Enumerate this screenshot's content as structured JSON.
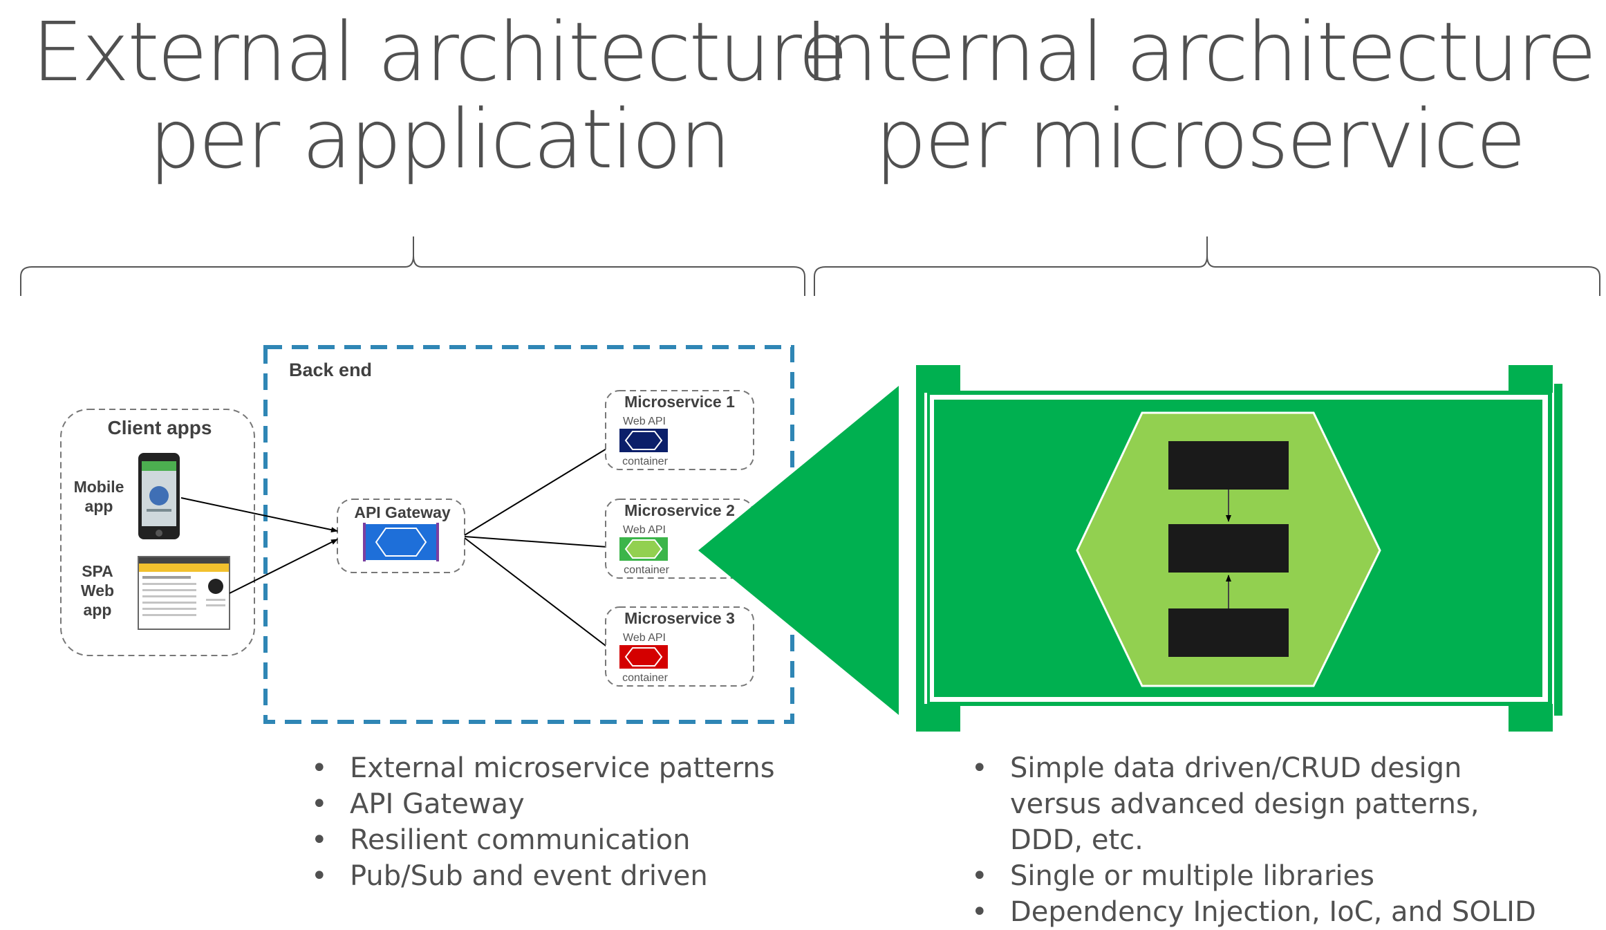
{
  "headings": {
    "external": {
      "line1": "External architecture",
      "line2": "per application"
    },
    "internal": {
      "line1": "Internal architecture",
      "line2": "per microservice"
    }
  },
  "diagram": {
    "backend_label": "Back end",
    "client_apps": {
      "title": "Client apps",
      "mobile": {
        "line1": "Mobile",
        "line2": "app"
      },
      "spa": {
        "line1": "SPA",
        "line2": "Web",
        "line3": "app"
      }
    },
    "api_gateway_label": "API Gateway",
    "microservices": [
      {
        "title": "Microservice 1",
        "webapi": "Web API",
        "container": "container",
        "color": "#0b1f6a"
      },
      {
        "title": "Microservice 2",
        "webapi": "Web API",
        "container": "container",
        "color": "#3cb54a"
      },
      {
        "title": "Microservice 3",
        "webapi": "Web API",
        "container": "container",
        "color": "#d40000"
      }
    ],
    "colors": {
      "backend_border": "#2f86b5",
      "internal_green": "#00b050",
      "hexagon_light": "#92d050",
      "layer_block": "#1a1a1a",
      "gateway_blue": "#1e6fd9"
    }
  },
  "bullets": {
    "external": [
      "External microservice patterns",
      "API Gateway",
      "Resilient communication",
      "Pub/Sub and event driven"
    ],
    "internal": [
      "Simple data driven/CRUD design versus advanced design patterns, DDD, etc.",
      "Single or multiple libraries",
      "Dependency Injection, IoC, and SOLID"
    ]
  }
}
